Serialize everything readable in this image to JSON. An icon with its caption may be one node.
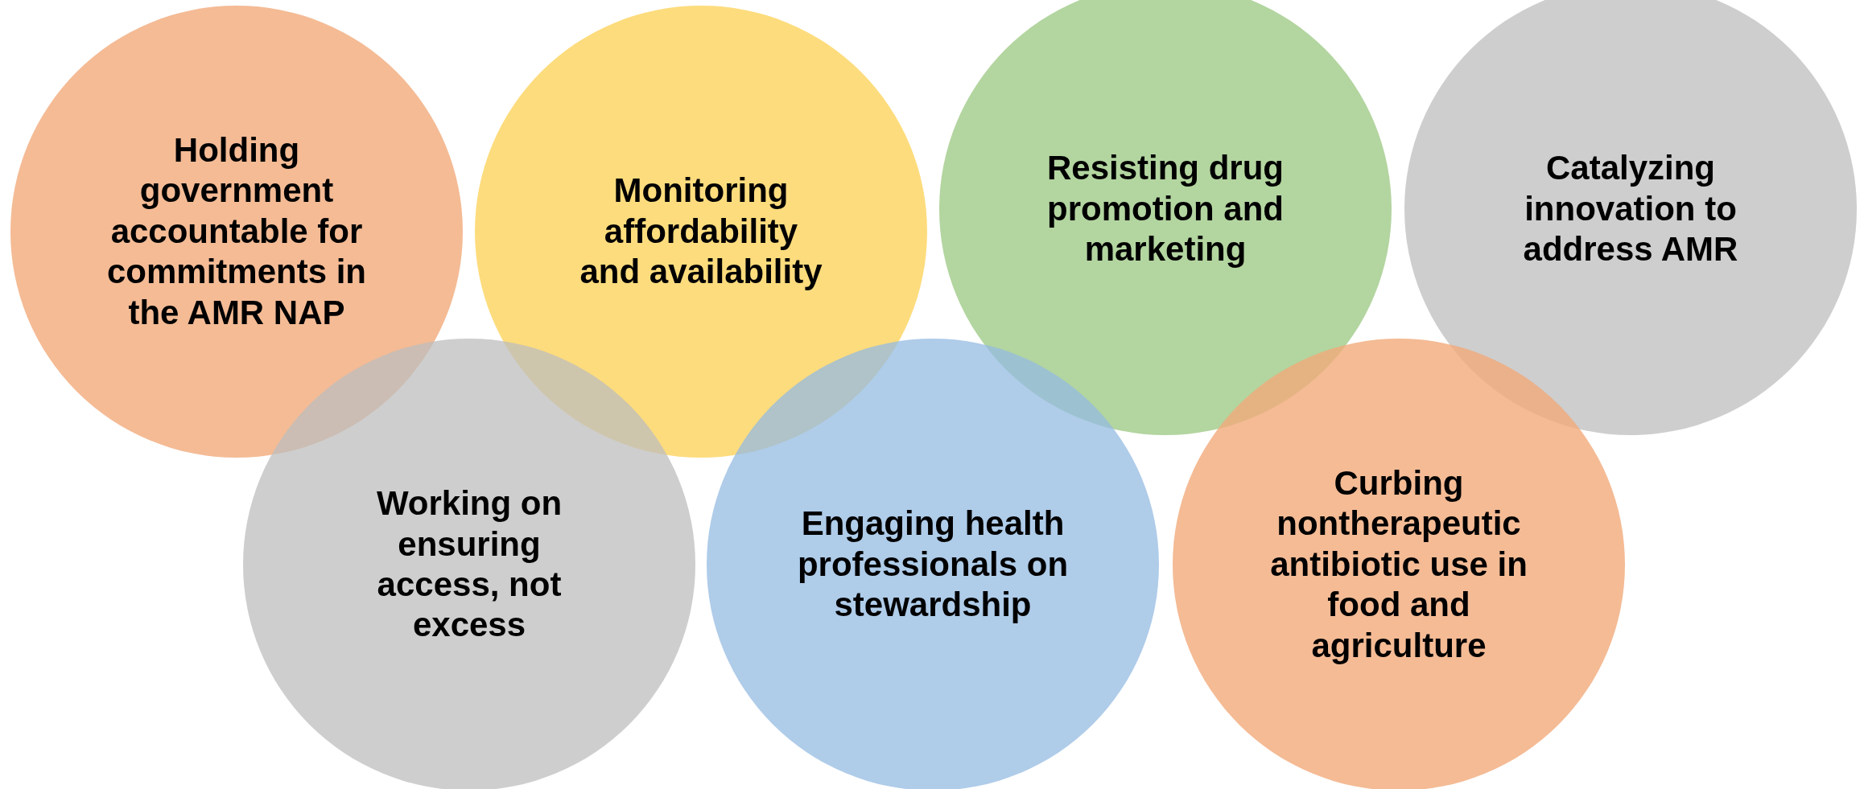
{
  "diagram": {
    "nodes": [
      {
        "text": [
          "Holding government accountable for commitments in the AMR NAP"
        ]
      },
      {
        "text": [
          "Monitoring affordability and availability"
        ]
      },
      {
        "text": [
          "Resisting drug promotion and marketing"
        ]
      },
      {
        "text": [
          "Catalyzing innovation to address AMR"
        ]
      },
      {
        "text": [
          "Working on ensuring access, not excess"
        ]
      },
      {
        "text": [
          "Engaging health professionals on stewardship"
        ]
      },
      {
        "text": [
          "Curbing nontherapeutic antibiotic use in food and agriculture"
        ]
      }
    ]
  }
}
